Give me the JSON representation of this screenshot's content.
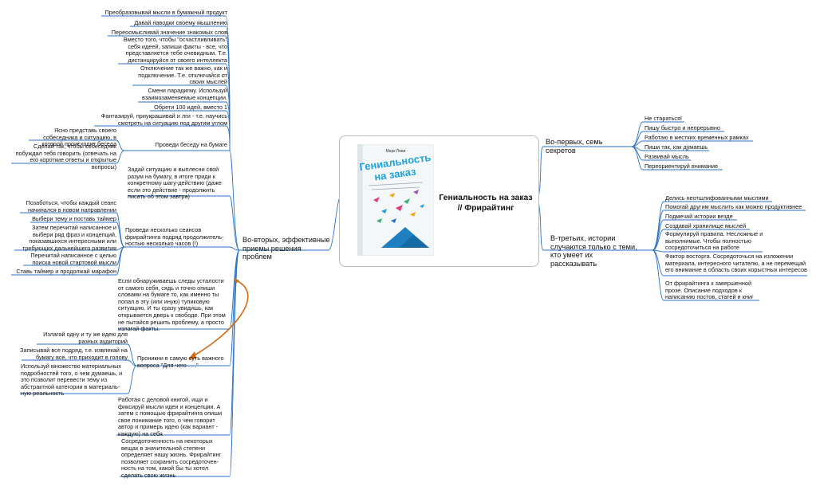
{
  "center": {
    "title": "Гениальность на заказ // Фрирайтинг",
    "book": {
      "author": "Марк Леви",
      "title_line1": "Гениальность",
      "title_line2": "на заказ"
    }
  },
  "colors": {
    "line": "#2b72c4",
    "arrow": "#d26a16",
    "frame": "#b9b9b9",
    "book_blue": "#1ea2dd"
  },
  "branches": {
    "first": {
      "label": "Во-первых, семь секретов",
      "items": [
        "Не стараться!",
        "Пишу быстро и непрерывно",
        "Работаю в жестких временных рамках",
        "Пиши так, как думаешь",
        "Развивай мысль",
        "Переориентируй внимание"
      ]
    },
    "third": {
      "label": "В-третьих, истории случаются только с теми, кто умеет их рассказывать",
      "items": [
        "Делись неотшлифованными мыслями",
        "Помогай другим мыслить как можно продуктивнее",
        "Подмечай истории везде",
        "Создавай хранилище мыслей",
        "Формулируй правила. Несложные и выполнимые. Чтобы полностью сосредоточиться на работе",
        "Фактор восторга. Сосредоточься на изложении материала, интересного читателю, а не перемещай его внимание в область своих корыстных интересов",
        "От фрирайтинга к завершенной прозе. Описание подходов к написанию постов, статей и книг"
      ]
    },
    "second": {
      "label": "Во-вторых, эффективные приемы решения проблем",
      "top_items": [
        "Преобразовывай мысли в бумажный продукт",
        "Давай наводки своему мышлению",
        "Переосмысливай значение знакомых слов",
        "Вместо того, чтобы \"осчастливливать\" себя идеей, запиши факты - все, что представляется тебе очевидным. Т.е. дистанцируйся от своего интеллекта",
        "Отключение так же важно, как и подключение. Т.е. отключайся от своих мыслей",
        "Смени парадигму. Используй взаимозаменяемые концепции.",
        "Обрети 100 идей, вместо 1",
        "Фантазируй, приукрашивай и лги - т.е. научись смотреть на ситуацию под другим углом"
      ],
      "conversation": {
        "label": "Проведи беседу на бумаге",
        "items": [
          "Ясно представь своего собеседника и ситуацию, в которой происходит беседа",
          "Сделай так, чтобы собеседник побуждал тебя говорить (отвечать на его короткие ответы и открытые вопросы)"
        ]
      },
      "situation": "Задай ситуацию и выплесни свой разум на бумагу, в итоге приди к конкретному шагу-действию (даже если это действие - продолжить писать об этом завтра)",
      "sessions": {
        "label": "Проведи несколько сеансов фрирайтинга подряд продолжитель-ностью несколько часов (!)",
        "items": [
          "Позаботься, чтобы каждый сеанс начинался в новом направлении",
          "Выбери тему и поставь таймер",
          "Затем перечитай написанное и выбери ряд фраз и концепций, показавшихся интересными или требующих дальнейшего развития",
          "Перечитай написанное с целью поиска новой стартовой мысли",
          "Ставь таймер и продолжай марафон"
        ]
      },
      "fatigue": "Если обнаруживаешь следы усталости от самого себя, сядь и точно опиши словами на бумаге то, как именно ты попал в эту (или иную) тупиковую ситуацию. И ты сразу увидишь, как открывается дверь к свободе. При этом не пытайся решить проблему, а просто излагай факты.",
      "why": {
        "label": "Проникни в самую суть важного вопроса \"Для чего . . .\"",
        "items": [
          "Излагай одну и ту же идею для разных аудиторий",
          "Записывай все подряд, т.е. извлекай на бумагу все, что приходит в голову",
          "Используй множество материальных подробностей того, о чем думаешь, и это позволит перевести тему из абстрактной категории в материаль-ную реальность"
        ]
      },
      "business_book": "Работая с деловой книгой, ищи и фиксируй мысли идеи и концепции. А затем с помощью фрирайтинга опиши свое понимание того, о чем говорит автор и примерь идею (как вариант - каждую) на себя",
      "focus": "Сосредоточенность на некоторых вещах в значительной степени определяет нашу жизнь. Фрирайтинг позволяет сохранить сосредоточен-ность на том,  какой бы ты хотел сделать свою жизнь"
    }
  }
}
